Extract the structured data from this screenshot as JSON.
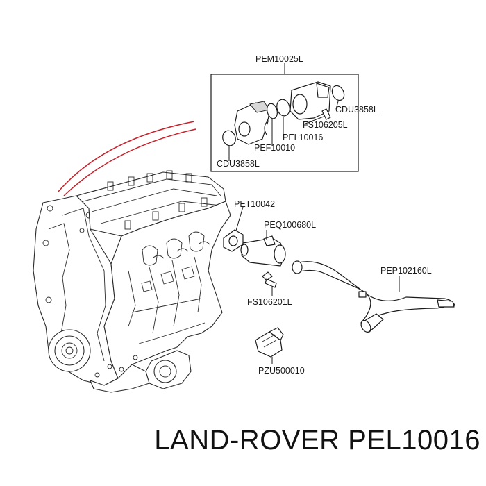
{
  "parts": {
    "pem": "PEM10025L",
    "cdu_top": "CDU3858L",
    "fs_top": "FS106205L",
    "pel": "PEL10016",
    "pef": "PEF10010",
    "cdu_bottom": "CDU3858L",
    "pet": "PET10042",
    "peq": "PEQ100680L",
    "pep": "PEP102160L",
    "fs_bottom": "FS106201L",
    "pzu": "PZU500010"
  },
  "brand": "LAND-ROVER PEL10016",
  "colors": {
    "highlight_line": "#c8202a",
    "ink": "#1a1a1a"
  }
}
